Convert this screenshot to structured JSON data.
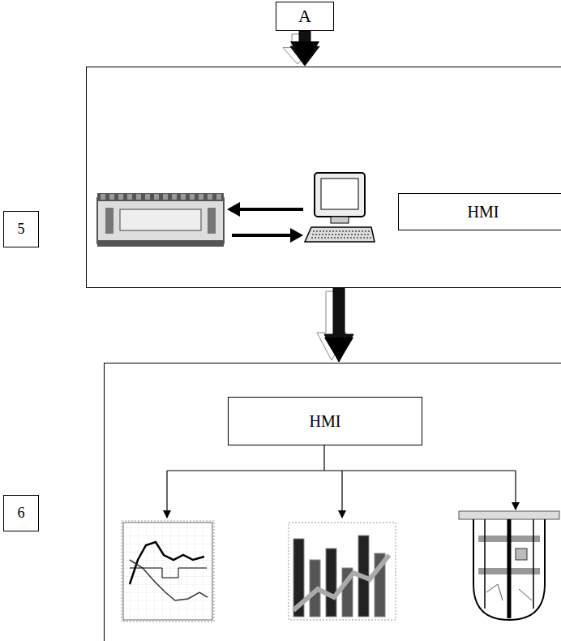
{
  "diagram": {
    "nodes": [
      {
        "text": [
          "A"
        ]
      },
      {
        "text": [
          "5"
        ]
      },
      {
        "text": []
      },
      {
        "text": [
          "HMI"
        ],
        "in": 2
      },
      {
        "text": [
          "6"
        ]
      },
      {
        "text": []
      },
      {
        "text": [
          "HMI"
        ],
        "in": 5
      }
    ],
    "edges": [
      {
        "from": 0,
        "to": 2,
        "arrow": "to"
      },
      {
        "from": 2,
        "to": 5,
        "arrow": "to"
      }
    ]
  }
}
